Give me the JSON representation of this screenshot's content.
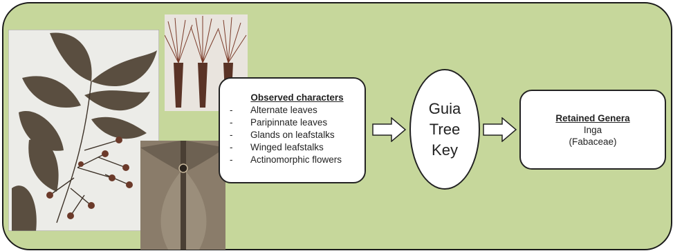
{
  "observed": {
    "title": "Observed characters",
    "items": [
      {
        "dash": "-",
        "text": "Alternate leaves"
      },
      {
        "dash": "-",
        "text": "Paripinnate leaves"
      },
      {
        "dash": "-",
        "text": "Glands on leafstalks"
      },
      {
        "dash": "-",
        "text": "Winged leafstalks"
      },
      {
        "dash": "-",
        "text": "Actinomorphic flowers"
      }
    ]
  },
  "key": {
    "lines": [
      "Guia",
      "Tree",
      "Key"
    ]
  },
  "genera": {
    "title": "Retained Genera",
    "genus": "Inga",
    "family": "(Fabaceae)"
  },
  "colors": {
    "background": "#c6d79b",
    "box": "#ffffff",
    "border": "#222222"
  },
  "photos": [
    "herbarium-specimen",
    "flower-closeup",
    "leaf-gland-closeup"
  ]
}
